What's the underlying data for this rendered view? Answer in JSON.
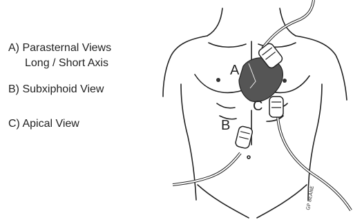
{
  "legend": {
    "a_title": "A) Parasternal Views",
    "a_sub": "Long / Short Axis",
    "b_title": "B) Subxiphoid View",
    "c_title": "C) Apical View"
  },
  "diagram": {
    "label_a": "A",
    "label_b": "B",
    "label_c": "C",
    "signature": "GP BEANE"
  },
  "colors": {
    "line": "#222222",
    "heart": "#555555",
    "probe_fill": "#ffffff"
  },
  "icons": [
    "ultrasound-probe-icon",
    "heart-icon",
    "torso-outline"
  ]
}
